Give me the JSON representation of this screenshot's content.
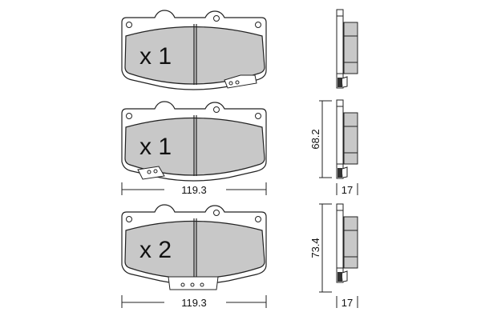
{
  "pads": [
    {
      "quantity_label": "x 1"
    },
    {
      "quantity_label": "x 1"
    },
    {
      "quantity_label": "x 2"
    }
  ],
  "dimensions": {
    "width_1": "119.3",
    "width_2": "119.3",
    "height_1": "68.2",
    "height_2": "73.4",
    "thickness_1": "17",
    "thickness_2": "17"
  },
  "colors": {
    "friction_material": "#c8c8c8",
    "line": "#222222"
  }
}
